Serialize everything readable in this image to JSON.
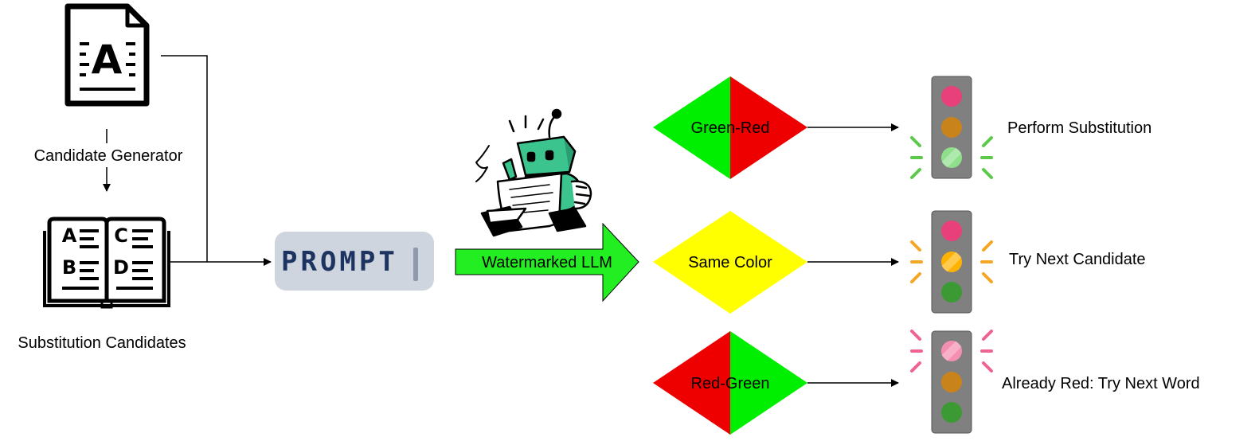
{
  "labels": {
    "candidate_generator": "Candidate Generator",
    "substitution_candidates": "Substitution Candidates",
    "prompt": "PROMPT",
    "watermarked_llm": "Watermarked LLM"
  },
  "document_icon": {
    "glyph": "A",
    "icon": "document-icon"
  },
  "book_icon": {
    "letters": [
      "A",
      "C",
      "B",
      "D"
    ],
    "icon": "book-icon"
  },
  "robot_icon": "robot-reading-icon",
  "cases": [
    {
      "diamond": "Green-Red",
      "left_color": "#00ee00",
      "right_color": "#ee0000",
      "outcome": "Perform Substitution",
      "lit": "green"
    },
    {
      "diamond": "Same Color",
      "left_color": "#ffff00",
      "right_color": "#ffff00",
      "outcome": "Try Next Candidate",
      "lit": "amber"
    },
    {
      "diamond": "Red-Green",
      "left_color": "#ee0000",
      "right_color": "#00ee00",
      "outcome": "Already Red: Try Next Word",
      "lit": "red"
    }
  ],
  "colors": {
    "arrow_fill": "#22ee22",
    "prompt_bg": "#cfd5de",
    "prompt_text": "#1d3461",
    "light_red": "#e8407a",
    "light_amber": "#c8841a",
    "light_green": "#3c9a34",
    "glow_green": "#5cc94a",
    "glow_amber": "#f5a623",
    "glow_red": "#f06292"
  }
}
